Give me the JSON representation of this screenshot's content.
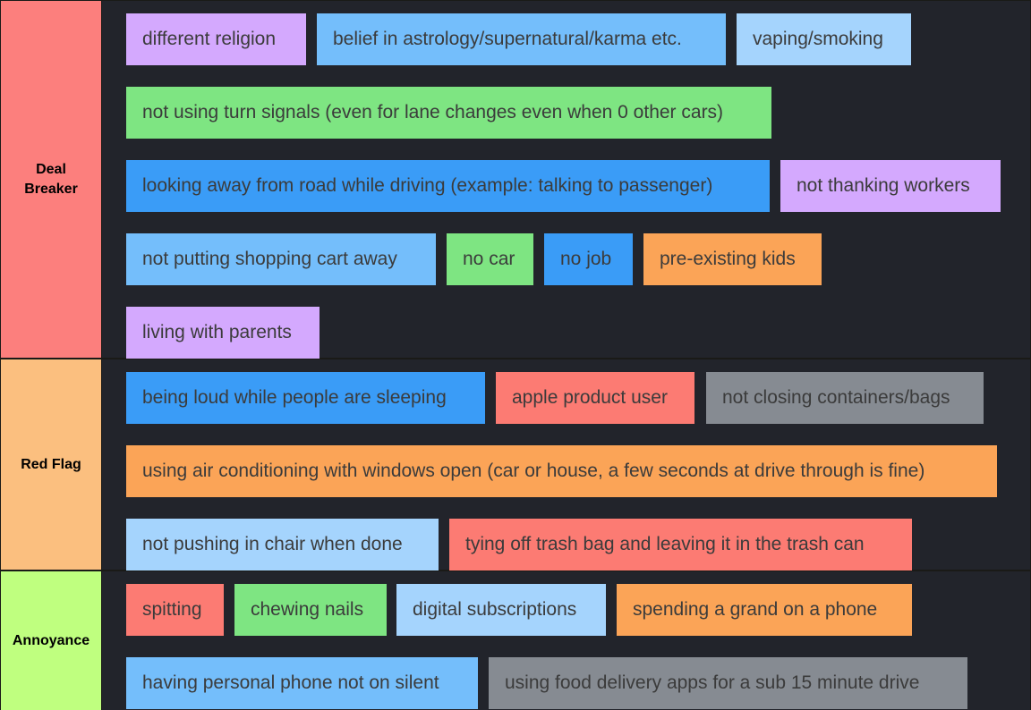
{
  "tiers": [
    {
      "label": "Deal Breaker",
      "color": "#fc7f7d",
      "items": [
        {
          "text": "different religion",
          "color": "#d4a9fe"
        },
        {
          "text": "belief in astrology/supernatural/karma etc.",
          "color": "#74befb"
        },
        {
          "text": "vaping/smoking",
          "color": "#a5d4fd"
        },
        {
          "text": "not using turn signals (even for lane changes even when 0 other cars)",
          "color": "#7ee582"
        },
        {
          "text": "looking away from road while driving (example: talking to passenger)",
          "color": "#3a9cf7"
        },
        {
          "text": "not thanking workers",
          "color": "#d4a9fe"
        },
        {
          "text": "not putting shopping cart away",
          "color": "#74befb"
        },
        {
          "text": "no car",
          "color": "#7ee582"
        },
        {
          "text": "no job",
          "color": "#3a9cf7"
        },
        {
          "text": "pre-existing kids",
          "color": "#fba457"
        },
        {
          "text": "living with parents",
          "color": "#d4a9fe"
        }
      ]
    },
    {
      "label": "Red Flag",
      "color": "#fbbf7f",
      "items": [
        {
          "text": "being loud while people are sleeping",
          "color": "#3a9cf7"
        },
        {
          "text": "apple product user",
          "color": "#fc7b73"
        },
        {
          "text": "not closing containers/bags",
          "color": "#868b92"
        },
        {
          "text": "using air conditioning with windows open (car or house, a few seconds at drive through is fine)",
          "color": "#fba457"
        },
        {
          "text": "not pushing in chair when done",
          "color": "#a5d4fd"
        },
        {
          "text": "tying off trash bag and leaving it in the trash can",
          "color": "#fc7b73"
        }
      ]
    },
    {
      "label": "Annoyance",
      "color": "#bfff7f",
      "items": [
        {
          "text": "spitting",
          "color": "#fc7b73"
        },
        {
          "text": "chewing nails",
          "color": "#7ee582"
        },
        {
          "text": "digital subscriptions",
          "color": "#a5d4fd"
        },
        {
          "text": "spending a grand on a phone",
          "color": "#fba457"
        },
        {
          "text": "having personal phone not on silent",
          "color": "#74befb"
        },
        {
          "text": "using food delivery apps for a sub 15 minute drive",
          "color": "#868b92"
        }
      ]
    }
  ]
}
